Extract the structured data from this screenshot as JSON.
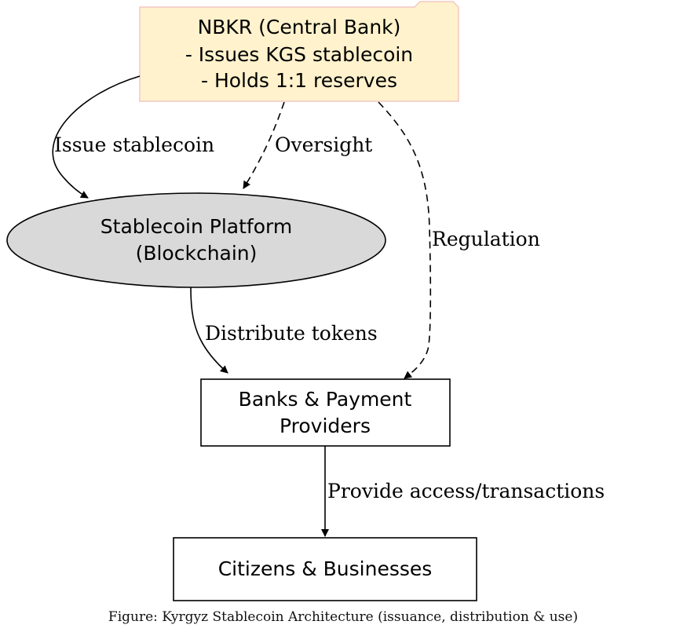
{
  "colors": {
    "nbkr_fill": "#fff2cc",
    "nbkr_border": "#f4c7c3",
    "platform_fill": "#d9d9d9",
    "box_fill": "#ffffff",
    "line": "#000000"
  },
  "nodes": {
    "nbkr": {
      "shape": "folder",
      "lines": [
        "NBKR (Central Bank)",
        "- Issues KGS stablecoin",
        "- Holds 1:1 reserves"
      ]
    },
    "platform": {
      "shape": "ellipse",
      "lines": [
        "Stablecoin Platform",
        "(Blockchain)"
      ]
    },
    "banks": {
      "shape": "box",
      "lines": [
        "Banks & Payment",
        "Providers"
      ]
    },
    "citizens": {
      "shape": "box",
      "lines": [
        "Citizens & Businesses"
      ]
    }
  },
  "edges": [
    {
      "from": "nbkr",
      "to": "platform",
      "label": "Issue stablecoin",
      "style": "solid"
    },
    {
      "from": "nbkr",
      "to": "platform",
      "label": "Oversight",
      "style": "dashed"
    },
    {
      "from": "nbkr",
      "to": "banks",
      "label": "Regulation",
      "style": "dashed"
    },
    {
      "from": "platform",
      "to": "banks",
      "label": "Distribute tokens",
      "style": "solid"
    },
    {
      "from": "banks",
      "to": "citizens",
      "label": "Provide access/transactions",
      "style": "solid"
    }
  ],
  "caption": "Figure: Kyrgyz Stablecoin Architecture (issuance, distribution & use)"
}
